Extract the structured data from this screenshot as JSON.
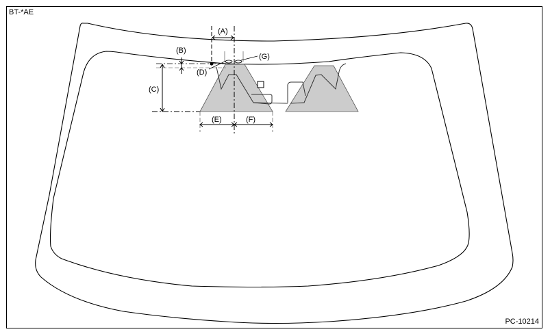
{
  "diagram": {
    "type": "windshield-mounting-diagram",
    "header_code": "BT-*AE",
    "figure_code": "PC-10214",
    "labels": {
      "a": "(A)",
      "b": "(B)",
      "c": "(C)",
      "d": "(D)",
      "e": "(E)",
      "f": "(F)",
      "g": "(G)"
    },
    "colors": {
      "outline": "#000000",
      "shaded_area": "#cccccc",
      "background": "#ffffff"
    },
    "elements": [
      "windshield-outer-edge",
      "windshield-inner-edge",
      "left-trapezoid-area",
      "right-trapezoid-area",
      "center-dash-dot-line",
      "reference-point",
      "square-marker"
    ]
  }
}
